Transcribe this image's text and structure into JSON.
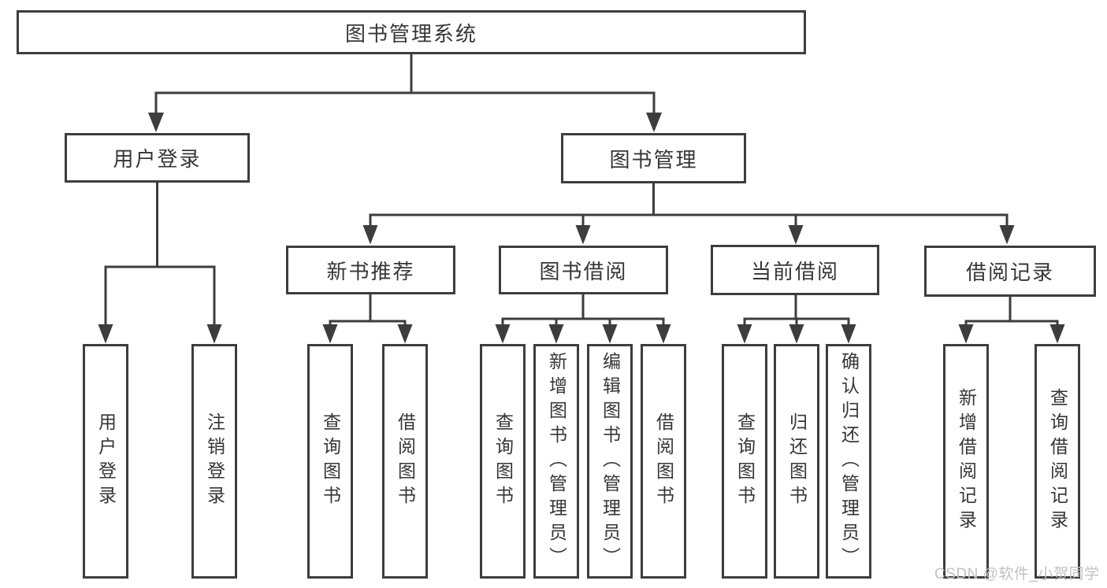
{
  "diagram": {
    "root": {
      "label": "图书管理系统"
    },
    "level2": [
      {
        "label": "用户登录"
      },
      {
        "label": "图书管理"
      }
    ],
    "level3": [
      {
        "label": "新书推荐"
      },
      {
        "label": "图书借阅"
      },
      {
        "label": "当前借阅"
      },
      {
        "label": "借阅记录"
      }
    ],
    "leaves": {
      "user_login": [
        "用户登录",
        "注销登录"
      ],
      "new_book_recommend": [
        "查询图书",
        "借阅图书"
      ],
      "book_borrow": [
        "查询图书",
        "新增图书（管理员）",
        "编辑图书（管理员）",
        "借阅图书"
      ],
      "current_borrow": [
        "查询图书",
        "归还图书",
        "确认归还（管理员）"
      ],
      "borrow_records": [
        "新增借阅记录",
        "查询借阅记录"
      ]
    }
  },
  "watermark": {
    "text": "CSDN @软件_小贺同学"
  },
  "colors": {
    "line": "#3d3d3d",
    "text": "#363636",
    "watermark": "#c3c1c1",
    "background": "#ffffff"
  }
}
